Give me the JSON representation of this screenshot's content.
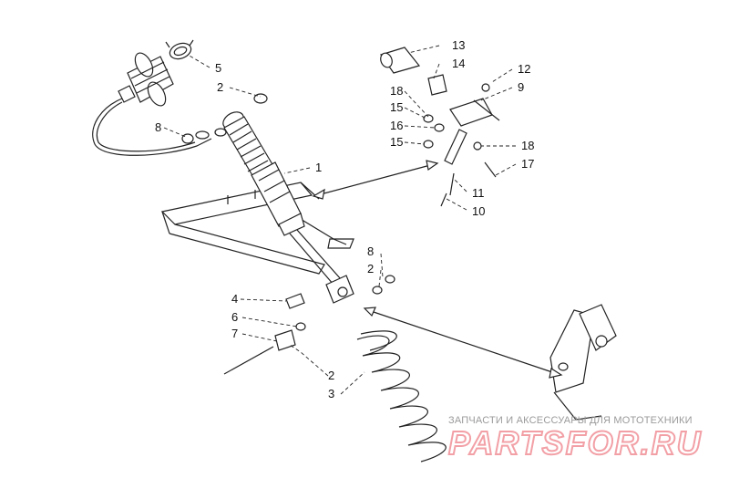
{
  "callouts": {
    "c1": "1",
    "c2a": "2",
    "c2b": "2",
    "c2c": "2",
    "c3": "3",
    "c4": "4",
    "c5": "5",
    "c6": "6",
    "c7": "7",
    "c8a": "8",
    "c8b": "8",
    "c9": "9",
    "c10": "10",
    "c11": "11",
    "c12": "12",
    "c13": "13",
    "c14": "14",
    "c15a": "15",
    "c15b": "15",
    "c16": "16",
    "c17": "17",
    "c18a": "18",
    "c18b": "18"
  },
  "watermark": {
    "caption": "ЗАПЧАСТИ И АКСЕССУАРЫ ДЛЯ МОТОТЕХНИКИ",
    "logo_text": "PARTSFOR.RU",
    "logo_color": "#f2a0a6"
  }
}
